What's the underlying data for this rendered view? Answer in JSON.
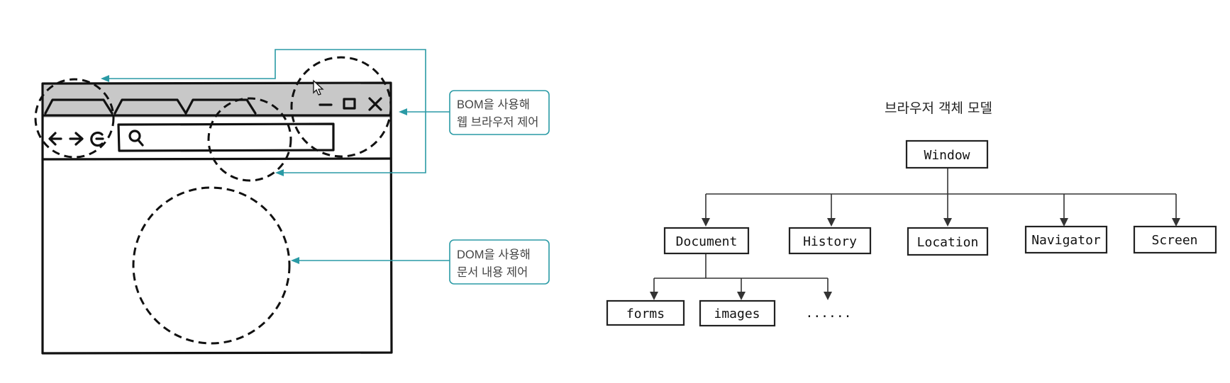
{
  "callouts": {
    "bom": {
      "line1": "BOM을 사용해",
      "line2": "웹 브라우저 제어"
    },
    "dom": {
      "line1": "DOM을 사용해",
      "line2": "문서 내용 제어"
    }
  },
  "tree": {
    "title": "브라우저 객체 모델",
    "root": "Window",
    "children": [
      "Document",
      "History",
      "Location",
      "Navigator",
      "Screen"
    ],
    "document_children": [
      "forms",
      "images"
    ],
    "ellipsis": "......"
  },
  "colors": {
    "accent": "#2a9aa5",
    "toolbar": "#c8c8c8",
    "ink": "#111111"
  },
  "icons": [
    "back-arrow-icon",
    "forward-arrow-icon",
    "refresh-icon",
    "search-icon",
    "minimize-icon",
    "maximize-icon",
    "close-icon",
    "cursor-icon"
  ]
}
